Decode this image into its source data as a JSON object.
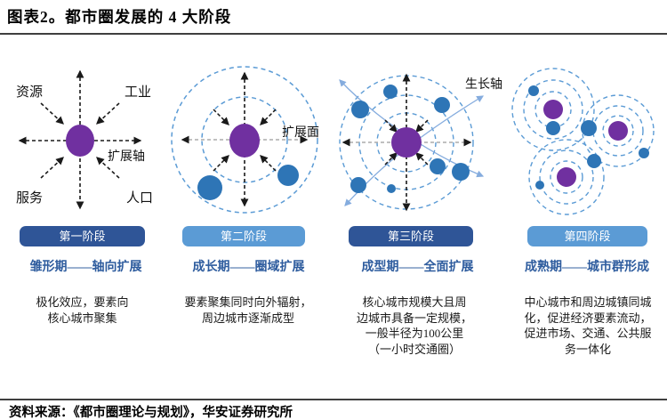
{
  "header": {
    "title": "图表2。都市圈发展的 4 大阶段"
  },
  "footer": {
    "source": "资料来源：《都市圈理论与规划》，华安证券研究所"
  },
  "colors": {
    "core_city": "#7030A0",
    "satellite_city": "#2E75B6",
    "ring": "#5B9BD5",
    "growth_axis": "#85ACDE",
    "banner_dark": "#2F5597",
    "banner_light": "#5B9BD5",
    "subtitle_text": "#2E5C9E"
  },
  "panels": [
    {
      "banner": {
        "label": "第一阶段",
        "style": "dark"
      },
      "subtitle": "雏形期——轴向扩展",
      "description": [
        "极化效应，要素向",
        "核心城市聚集"
      ],
      "labels": {
        "top_left": "资源",
        "top_right": "工业",
        "bottom_left": "服务",
        "bottom_right": "人口",
        "axis": "扩展轴"
      }
    },
    {
      "banner": {
        "label": "第二阶段",
        "style": "light"
      },
      "subtitle": "成长期——圈域扩展",
      "description": [
        "要素聚集同时向外辐射，",
        "周边城市逐渐成型"
      ],
      "labels": {
        "axis": "扩展面"
      }
    },
    {
      "banner": {
        "label": "第三阶段",
        "style": "dark"
      },
      "subtitle": "成型期——全面扩展",
      "description": [
        "核心城市规模大且周",
        "边城市具备一定规模，",
        "一般半径为100公里",
        "（一小时交通圈）"
      ],
      "labels": {
        "axis": "生长轴"
      }
    },
    {
      "banner": {
        "label": "第四阶段",
        "style": "light"
      },
      "subtitle": "成熟期——城市群形成",
      "description": [
        "中心城市和周边城镇同城",
        "化，促进经济要素流动，",
        "促进市场、交通、公共服",
        "务一体化"
      ]
    }
  ]
}
